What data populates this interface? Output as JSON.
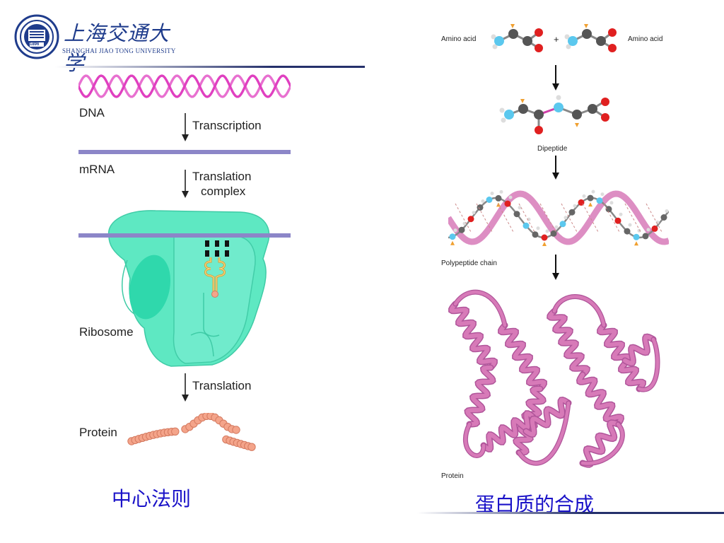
{
  "header": {
    "logo_chinese": "上海交通大学",
    "logo_english": "Shanghai Jiao Tong University",
    "logo_year": "1896"
  },
  "left_figure": {
    "dna_label": "DNA",
    "transcription_label": "Transcription",
    "mrna_label": "mRNA",
    "translation_complex_line1": "Translation",
    "translation_complex_line2": "complex",
    "ribosome_label": "Ribosome",
    "translation_label": "Translation",
    "protein_label": "Protein",
    "caption": "中心法则"
  },
  "right_figure": {
    "amino_acid_left": "Amino acid",
    "plus_sign": "+",
    "amino_acid_right": "Amino acid",
    "dipeptide_label": "Dipeptide",
    "polypeptide_label": "Polypeptide chain",
    "protein_label": "Protein",
    "caption": "蛋白质的合成"
  },
  "colors": {
    "caption": "#1a12c8",
    "dna": "#e040c0",
    "mrna": "#8c86c8",
    "ribosome": "#5ee8c2",
    "protein_beads": "#f4a48a",
    "ribbon": "#d77ab8",
    "header_rule": "#25306b"
  }
}
